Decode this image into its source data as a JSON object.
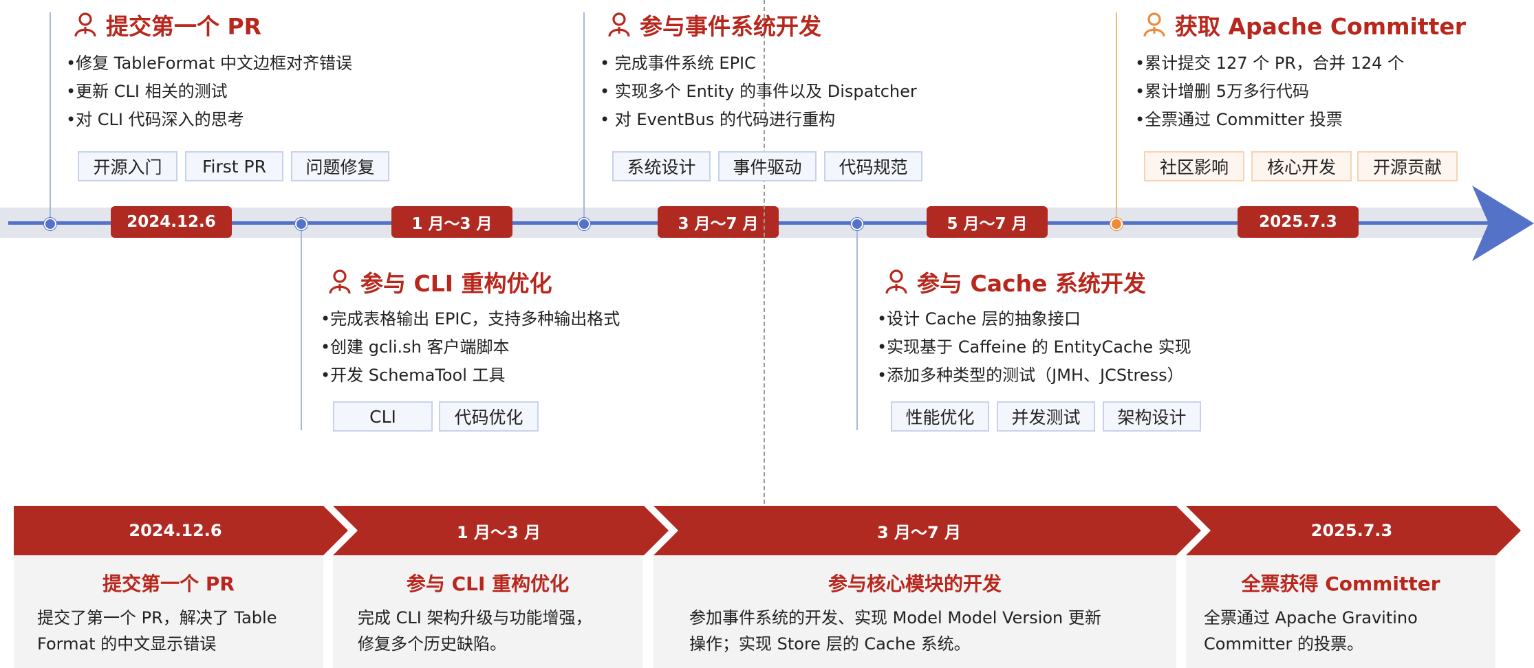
{
  "timeline": {
    "dates": [
      "2024.12.6",
      "1 月～3 月",
      "3 月～7 月",
      "5 月～7 月",
      "2025.7.3"
    ],
    "events": [
      {
        "title": "提交第一个 PR",
        "bullets": [
          "•修复 TableFormat 中文边框对齐错误",
          "•更新 CLI 相关的测试",
          "•对 CLI 代码深入的思考"
        ],
        "tags": [
          "开源入门",
          "First PR",
          "问题修复"
        ]
      },
      {
        "title": "参与 CLI 重构优化",
        "bullets": [
          "•完成表格输出 EPIC，支持多种输出格式",
          "•创建 gcli.sh 客户端脚本",
          "•开发 SchemaTool 工具"
        ],
        "tags": [
          "CLI",
          "代码优化"
        ]
      },
      {
        "title": "参与事件系统开发",
        "bullets": [
          "• 完成事件系统 EPIC",
          "• 实现多个 Entity 的事件以及 Dispatcher",
          "• 对 EventBus 的代码进行重构"
        ],
        "tags": [
          "系统设计",
          "事件驱动",
          "代码规范"
        ]
      },
      {
        "title": "参与 Cache 系统开发",
        "bullets": [
          "•设计 Cache 层的抽象接口",
          "•实现基于 Caffeine 的 EntityCache 实现",
          "•添加多种类型的测试（JMH、JCStress）"
        ],
        "tags": [
          "性能优化",
          "并发测试",
          "架构设计"
        ]
      },
      {
        "title": "获取 Apache Committer",
        "bullets": [
          "•累计提交 127 个 PR，合并 124 个",
          "•累计增删 5万多行代码",
          "•全票通过 Committer 投票"
        ],
        "tags": [
          "社区影响",
          "核心开发",
          "开源贡献"
        ]
      }
    ]
  },
  "summary": [
    {
      "date": "2024.12.6",
      "title": "提交第一个 PR",
      "lines": [
        "提交了第一个 PR，解决了 Table",
        "Format 的中文显示错误"
      ]
    },
    {
      "date": "1 月～3 月",
      "title": "参与 CLI 重构优化",
      "lines": [
        "完成 CLI 架构升级与功能增强，",
        "修复多个历史缺陷。"
      ]
    },
    {
      "date": "3 月～7 月",
      "title": "参与核心模块的开发",
      "lines": [
        "参加事件系统的开发、实现 Model Model Version 更新",
        "操作；实现 Store 层的 Cache 系统。"
      ]
    },
    {
      "date": "2025.7.3",
      "title": "全票获得 Committer",
      "lines": [
        "全票通过 Apache Gravitino",
        "Committer 的投票。"
      ]
    }
  ],
  "colors": {
    "primary": "#b12a21",
    "axis": "#5572c9",
    "accent": "#ef8a3a"
  }
}
